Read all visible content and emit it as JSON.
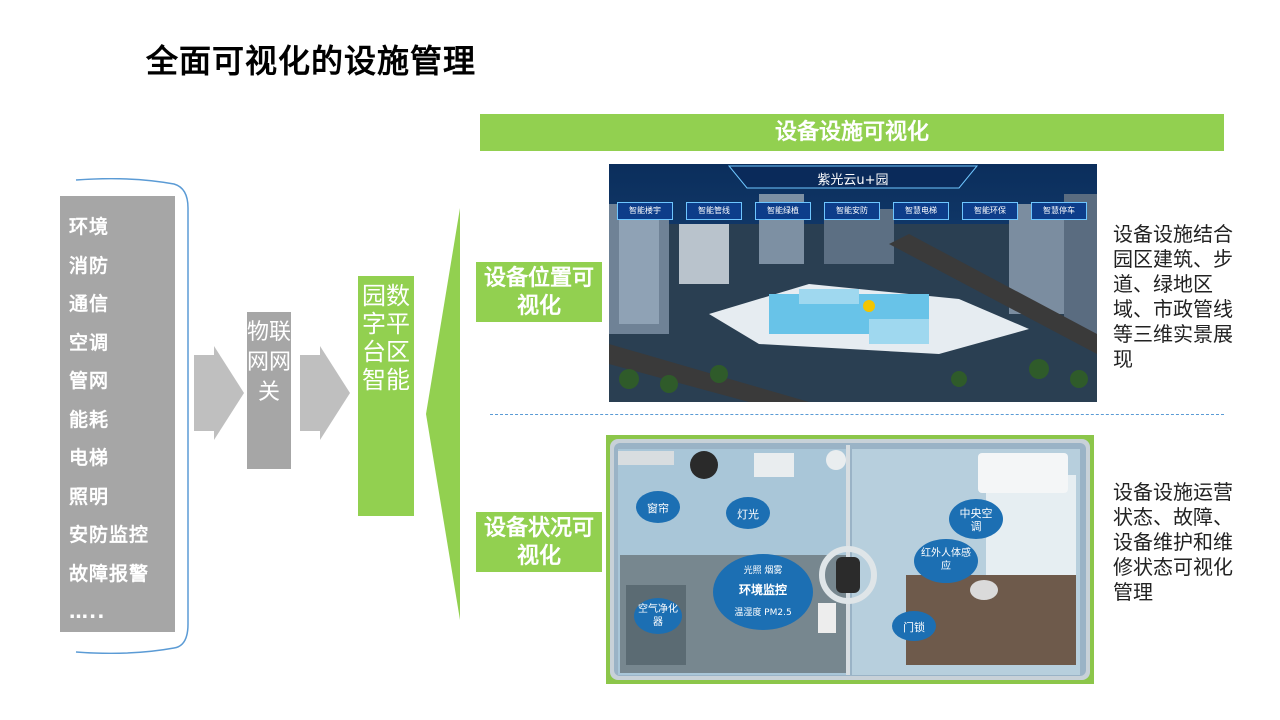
{
  "page": {
    "title": "全面可视化的设施管理"
  },
  "left_list": {
    "items": [
      "环境",
      "消防",
      "通信",
      "空调",
      "管网",
      "能耗",
      "电梯",
      "照明",
      "安防监控",
      "故障报警",
      "….."
    ]
  },
  "gateway": {
    "label": "物联网网关"
  },
  "park_platform": {
    "label": "园数字平台区智能"
  },
  "header": {
    "label": "设备设施可视化"
  },
  "position_vis": {
    "label": "设备位置可视化",
    "description": "设备设施结合园区建筑、步道、绿地区域、市政管线等三维实景展现",
    "screen_title": "紫光云u+园",
    "tabs": [
      "智能楼宇",
      "智能管线",
      "智能绿植",
      "智能安防",
      "智慧电梯",
      "智能环保",
      "智慧停车"
    ]
  },
  "status_vis": {
    "label": "设备状况可视化",
    "description": "设备设施运营状态、故障、设备维护和维修状态可视化管理",
    "bubbles": {
      "curtain": "窗帘",
      "light": "灯光",
      "ac": "中央空调",
      "ir": "红外人体感应",
      "env_top": "光照    烟雾",
      "env_main": "环境监控",
      "env_bottom": "温湿度  PM2.5",
      "air": "空气净化器",
      "lock": "门锁"
    }
  },
  "colors": {
    "green": "#92d050",
    "gray": "#a6a6a6",
    "brace_blue": "#5b9bd5"
  }
}
